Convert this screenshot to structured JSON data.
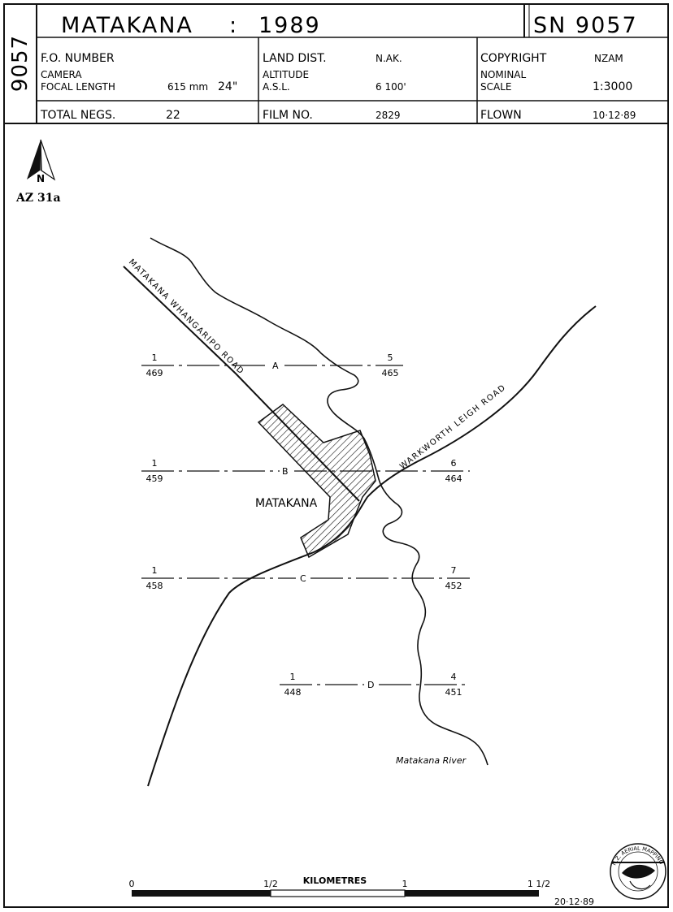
{
  "header": {
    "side_code": "9057",
    "location": "MATAKANA",
    "separator": ":",
    "year": "1989",
    "sn": "SN 9057",
    "fo_number_label": "F.O. NUMBER",
    "camera_label": "CAMERA",
    "focal_length_label": "FOCAL LENGTH",
    "focal_length_mm": "615 mm",
    "focal_length_in": "24\"",
    "total_negs_label": "TOTAL NEGS.",
    "total_negs_value": "22",
    "land_dist_label": "LAND DIST.",
    "land_dist_value": "N.AK.",
    "altitude_label": "ALTITUDE",
    "asl_label": "A.S.L.",
    "altitude_value": "6 100'",
    "film_no_label": "FILM NO.",
    "film_no_value": "2829",
    "copyright_label": "COPYRIGHT",
    "copyright_value": "NZAM",
    "nominal_label": "NOMINAL",
    "scale_label": "SCALE",
    "scale_value": "1:3000",
    "flown_label": "FLOWN",
    "flown_value": "10·12·89"
  },
  "map": {
    "north_label": "N",
    "sheet_ref": "AZ 31a",
    "town_label": "MATAKANA",
    "road_1": "MATAKANA WHANGARIPO ROAD",
    "road_2": "WARKWORTH LEIGH ROAD",
    "river_label": "Matakana River",
    "runs": [
      {
        "letter": "A",
        "start_top": "1",
        "start_bottom": "469",
        "end_top": "5",
        "end_bottom": "465"
      },
      {
        "letter": "B",
        "start_top": "1",
        "start_bottom": "459",
        "end_top": "6",
        "end_bottom": "464"
      },
      {
        "letter": "C",
        "start_top": "1",
        "start_bottom": "458",
        "end_top": "7",
        "end_bottom": "452"
      },
      {
        "letter": "D",
        "start_top": "1",
        "start_bottom": "448",
        "end_top": "4",
        "end_bottom": "451"
      }
    ]
  },
  "scale_bar": {
    "title": "KILOMETRES",
    "tick_0": "0",
    "tick_half": "1/2",
    "tick_1": "1",
    "tick_1half": "1 1/2",
    "date": "20·12·89"
  },
  "logo": {
    "text": "N.Z. AERIAL MAPPING LTD"
  },
  "colors": {
    "ink": "#111111",
    "paper": "#ffffff"
  }
}
